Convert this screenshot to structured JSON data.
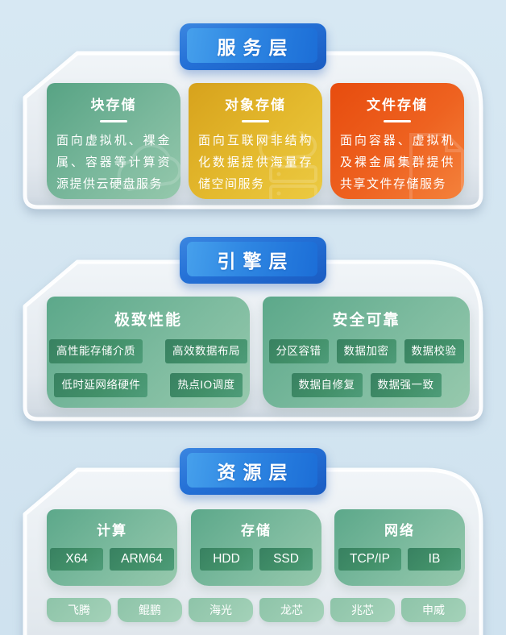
{
  "colors": {
    "page_bg": "#d2e4f0",
    "panel_top": "#f0f4f7",
    "panel_bottom": "#ccd6df",
    "badge_blue": "#2470d6",
    "service_green": "#7ab89c",
    "service_yellow": "#e4ba2e",
    "service_orange": "#ee6220",
    "engine_card_green": "#7dbb9f",
    "chip_dark_green": "#429069",
    "chip_light_green": "#9bccb2",
    "text_on_cards": "#ffffff"
  },
  "sections": [
    {
      "badge": "服务层",
      "cards": [
        {
          "title": "块存储",
          "desc": "面向虚拟机、裸金属、容器等计算资源提供云硬盘服务"
        },
        {
          "title": "对象存储",
          "desc": "面向互联网非结构化数据提供海量存储空间服务"
        },
        {
          "title": "文件存储",
          "desc": "面向容器、虚拟机及裸金属集群提供共享文件存储服务"
        }
      ]
    },
    {
      "badge": "引擎层",
      "cards": [
        {
          "title": "极致性能",
          "rows": [
            [
              "高性能存储介质",
              "高效数据布局"
            ],
            [
              "低时延网络硬件",
              "热点IO调度"
            ]
          ]
        },
        {
          "title": "安全可靠",
          "rows": [
            [
              "分区容错",
              "数据加密",
              "数据校验"
            ],
            [
              "数据自修复",
              "数据强一致"
            ]
          ]
        }
      ]
    },
    {
      "badge": "资源层",
      "cards": [
        {
          "title": "计算",
          "chips": [
            "X64",
            "ARM64"
          ]
        },
        {
          "title": "存储",
          "chips": [
            "HDD",
            "SSD"
          ]
        },
        {
          "title": "网络",
          "chips": [
            "TCP/IP",
            "IB"
          ]
        }
      ],
      "bottom_chips": [
        "飞腾",
        "鲲鹏",
        "海光",
        "龙芯",
        "兆芯",
        "申威"
      ]
    }
  ]
}
